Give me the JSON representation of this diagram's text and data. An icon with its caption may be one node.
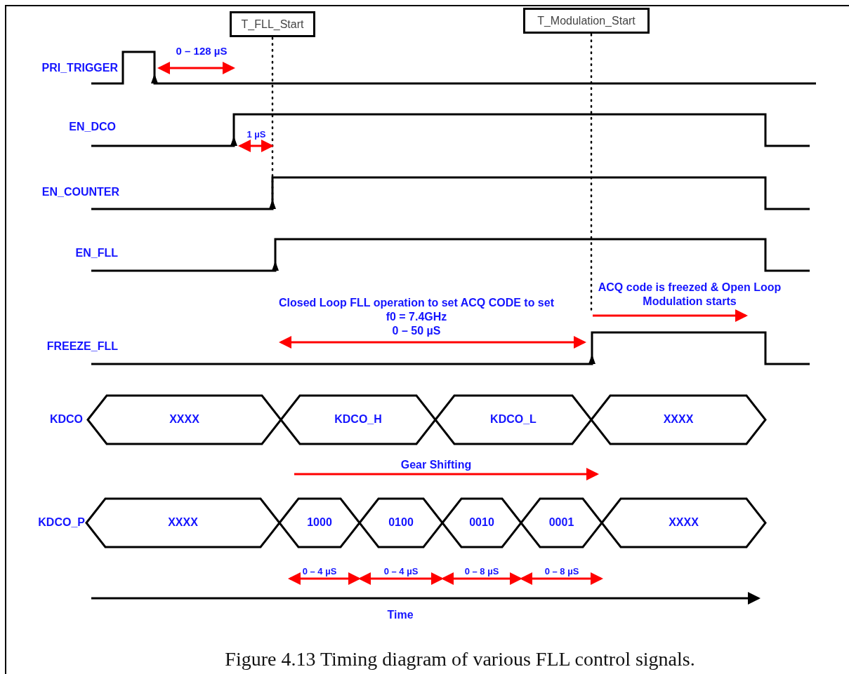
{
  "diagram": {
    "caption": "Figure 4.13 Timing diagram of various FLL control signals.",
    "nodes": [
      {
        "text": [
          "T_FLL_Start"
        ]
      },
      {
        "text": [
          "T_Modulation_Start"
        ]
      },
      {
        "text": [
          "XXXX"
        ]
      },
      {
        "text": [
          "KDCO_H"
        ]
      },
      {
        "text": [
          "KDCO_L"
        ]
      },
      {
        "text": [
          "XXXX"
        ]
      },
      {
        "text": [
          "XXXX"
        ]
      },
      {
        "text": [
          "1000"
        ]
      },
      {
        "text": [
          "0100"
        ]
      },
      {
        "text": [
          "0010"
        ]
      },
      {
        "text": [
          "0001"
        ]
      },
      {
        "text": [
          "XXXX"
        ]
      }
    ],
    "labels": [
      "0 – 128 µS",
      "PRI_TRIGGER",
      "EN_DCO",
      "1 µS",
      "EN_COUNTER",
      "EN_FLL",
      "ACQ code is freezed & Open Loop Modulation starts",
      "Closed Loop FLL operation to set ACQ CODE to set f0 = 7.4GHz",
      "0 – 50 µS",
      "FREEZE_FLL",
      "KDCO",
      "Gear Shifting",
      "KDCO_P",
      "0 – 4 µS",
      "0 – 4 µS",
      "0 – 8 µS",
      "0 – 8 µS",
      "Time"
    ]
  }
}
